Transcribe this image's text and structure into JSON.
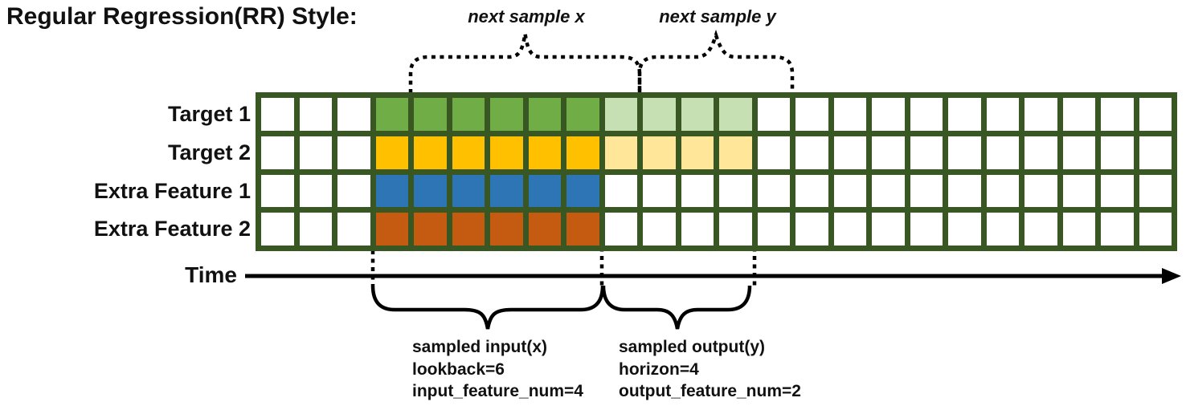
{
  "title": "Regular Regression(RR) Style:",
  "top_annotations": {
    "next_sample_x": "next sample x",
    "next_sample_y": "next sample y"
  },
  "time_axis": {
    "label": "Time"
  },
  "grid": {
    "total_columns": 24,
    "input_start_column": 4,
    "lookback": 6,
    "horizon": 4,
    "border_color": "#385723",
    "empty_cell_color": "#FFFFFF",
    "rows": [
      {
        "label": "Target 1",
        "input_color": "#70AD47",
        "output_color": "#C6E0B4"
      },
      {
        "label": "Target 2",
        "input_color": "#FFC000",
        "output_color": "#FFE699"
      },
      {
        "label": "Extra Feature 1",
        "input_color": "#2E75B6",
        "output_color": "#FFFFFF"
      },
      {
        "label": "Extra Feature 2",
        "input_color": "#C55A11",
        "output_color": "#FFFFFF"
      }
    ]
  },
  "input_annotation": {
    "line1": "sampled input(x)",
    "line2": "lookback=6",
    "line3": "input_feature_num=4"
  },
  "output_annotation": {
    "line1": "sampled output(y)",
    "line2": "horizon=4",
    "line3": "output_feature_num=2"
  }
}
